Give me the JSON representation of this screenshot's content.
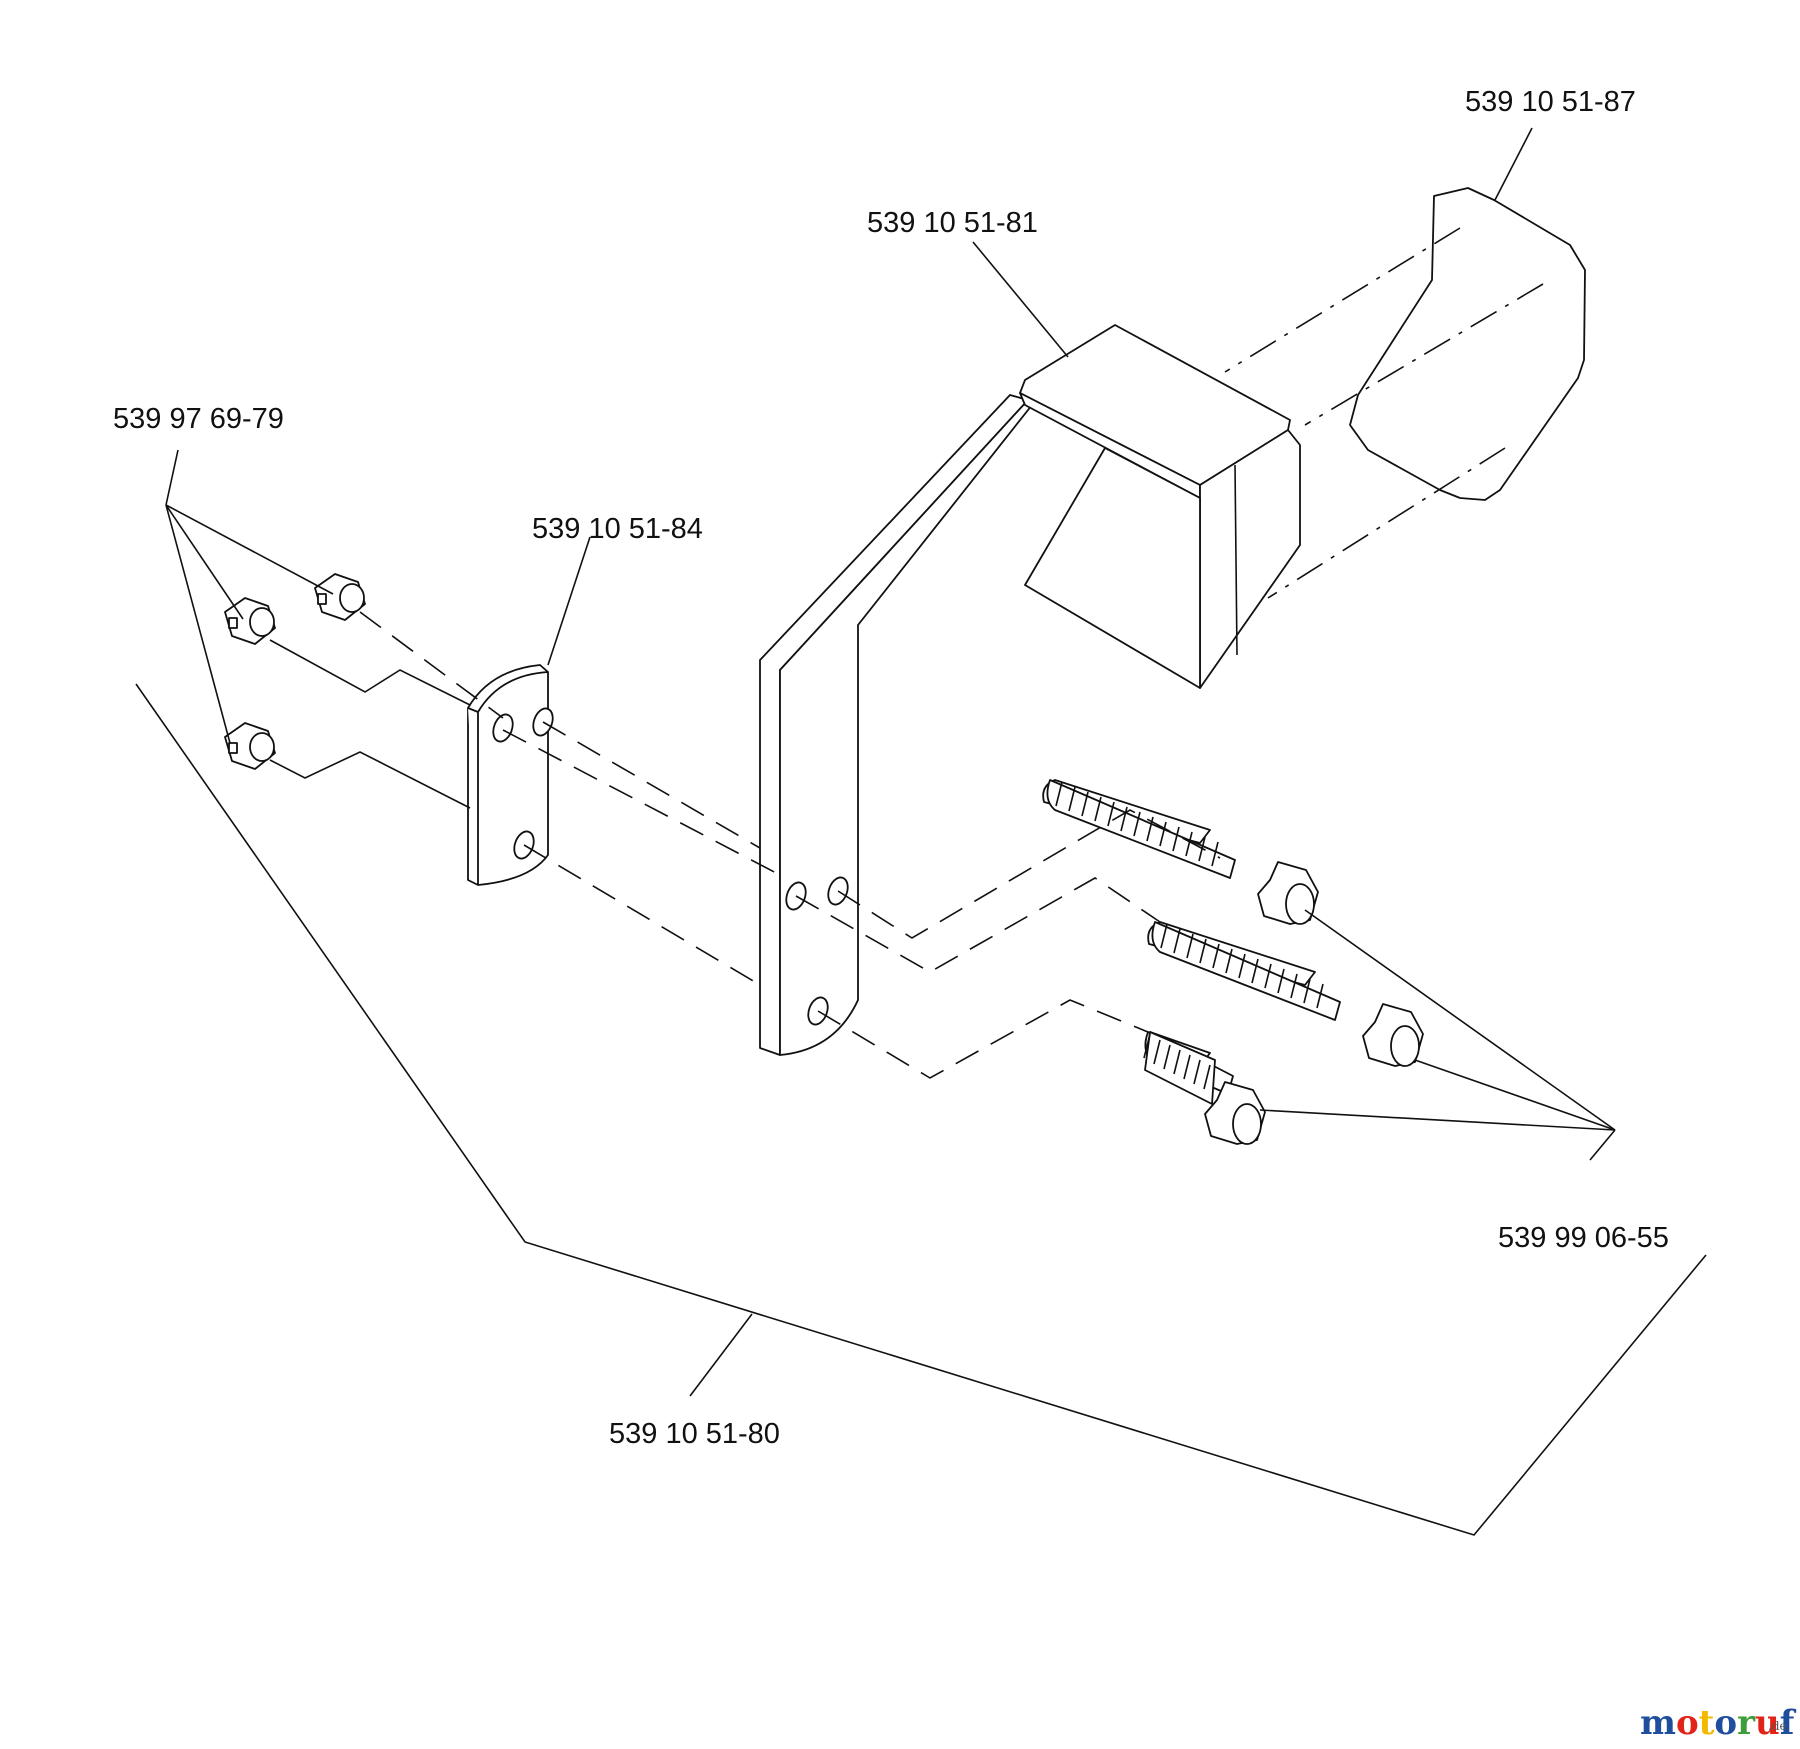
{
  "parts": {
    "spinner": "539 10 51-87",
    "chute_bracket": "539 10 51-81",
    "nuts": "539 97 69-79",
    "plate": "539 10 51-84",
    "bolts": "539 99 06-55",
    "kit": "539 10 51-80"
  },
  "watermark": {
    "logo_main": "motoruf",
    "logo_suffix": ".de",
    "colors": [
      "#1f4e9c",
      "#e2231a",
      "#f3b800",
      "#1f4e9c",
      "#3c9d3a",
      "#e2231a",
      "#1f4e9c"
    ]
  }
}
